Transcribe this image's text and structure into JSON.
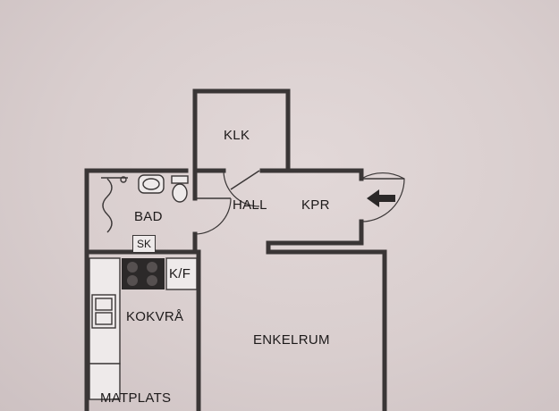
{
  "rooms": {
    "klk": "KLK",
    "bad": "BAD",
    "sk": "SK",
    "hall": "HALL",
    "kpr": "KPR",
    "kf": "K/F",
    "kokvra": "KOKVRÅ",
    "enkelrum": "ENKELRUM",
    "matplats": "MATPLATS"
  },
  "colors": {
    "paper": "#d8cdcd",
    "wall": "#3a3636",
    "fixture": "#eeeaea",
    "text": "#1d1a1a"
  },
  "icons": {
    "entrance": "entrance-arrow-icon"
  }
}
